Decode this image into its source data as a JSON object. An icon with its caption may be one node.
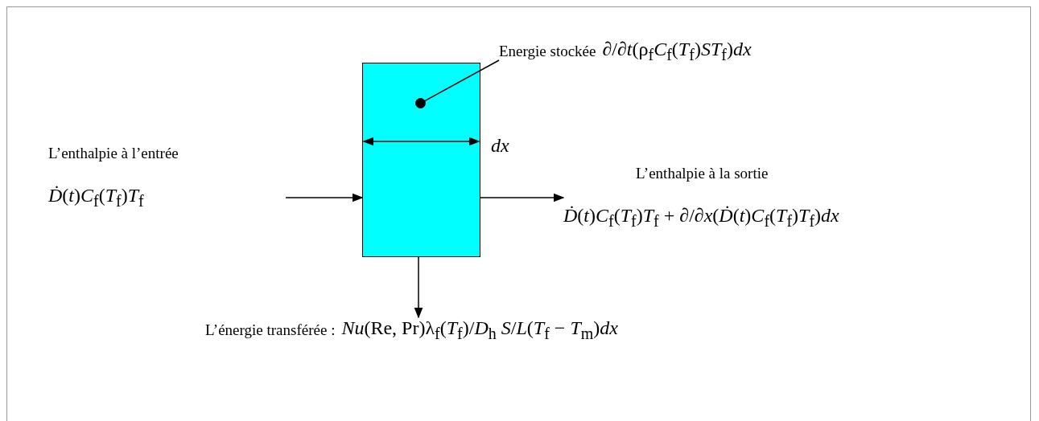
{
  "diagram": {
    "nodes": [
      {
        "text": [],
        "shape": "box"
      },
      {
        "text": [],
        "shape": "circle",
        "in": 0
      },
      {
        "text": [
          "Energie stockée",
          "∂/∂*t*(ρ$_{f}$*C*$_{f}$(*T*$_{f}$)*ST*$_{f}$)*dx*"
        ]
      },
      {
        "text": [
          "L’enthalpie à l’entrée",
          "*Ḋ*(*t*)*C*$_{f}$(*T*$_{f}$)*T*$_{f}$"
        ]
      },
      {
        "text": [
          "L’enthalpie à la sortie",
          "*Ḋ*(*t*)*C*$_{f}$(*T*$_{f}$)*T*$_{f}$ + ∂/∂*x*(*Ḋ*(*t*)*C*$_{f}$(*T*$_{f}$)*T*$_{f}$)*dx*"
        ]
      },
      {
        "text": [
          "L’énergie transférée :",
          "*Nu*(Re, Pr)λ$_{f}$(*T*$_{f}$)/*D*$_{h}$ *S*/*L*(*T*$_{f}$ − *T*$_{m}$)*dx*"
        ]
      }
    ],
    "edges": [
      {
        "from": 2,
        "to": 1,
        "arrow": "none"
      },
      {
        "from": null,
        "to": 0,
        "arrow": "to"
      },
      {
        "from": 0,
        "to": 4,
        "arrow": "to"
      },
      {
        "from": 0,
        "to": 5,
        "arrow": "to"
      }
    ],
    "labels": [
      "*dx*"
    ]
  }
}
